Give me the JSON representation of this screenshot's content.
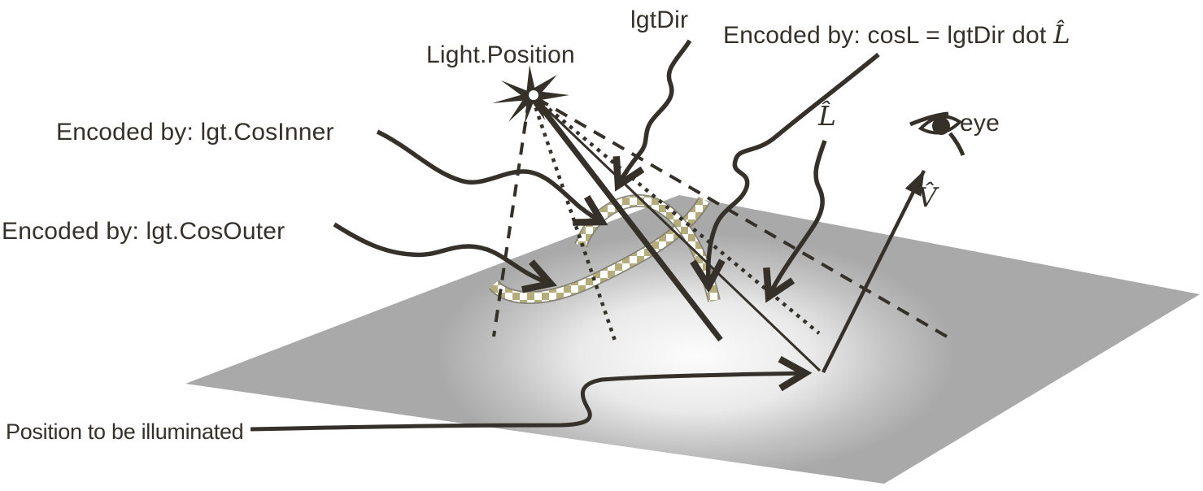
{
  "colors": {
    "ink": "#35312a",
    "plane_gray": "#a9a9a9",
    "checker_tan": "#b5ac7c",
    "glow": "#ffffff",
    "background": "#ffffff"
  },
  "labels": {
    "light_position": "Light.Position",
    "lgt_dir": "lgtDir",
    "encoded_cosl_prefix": "Encoded by: cosL = lgtDir dot ",
    "encoded_cosl_math": "L̂",
    "encoded_cos_inner": "Encoded by: lgt.CosInner",
    "encoded_cos_outer": "Encoded by: lgt.CosOuter",
    "position_to_be_illuminated": "Position to be illuminated",
    "eye": "eye",
    "l_hat": "L̂",
    "v_hat": "V̂"
  },
  "icons": {
    "light_source": "light-burst-icon",
    "viewer": "eye-icon"
  }
}
